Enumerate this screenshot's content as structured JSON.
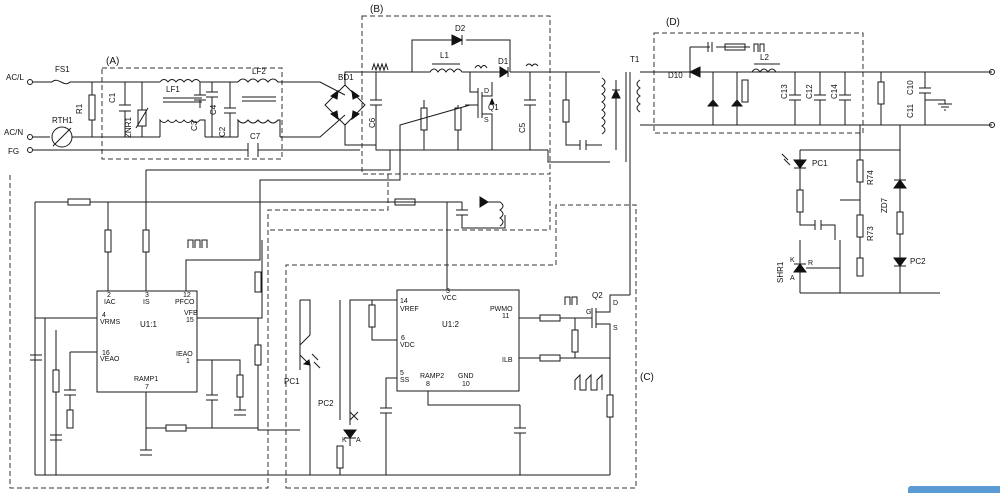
{
  "sections": {
    "a": "(A)",
    "b": "(B)",
    "c": "(C)",
    "d": "(D)"
  },
  "terminals": {
    "acl": "AC/L",
    "acn": "AC/N",
    "fg": "FG"
  },
  "components": {
    "fs1": "FS1",
    "rth1": "RTH1",
    "r1": "R1",
    "c1": "C1",
    "znr1": "ZNR1",
    "lf1": "LF1",
    "c3": "C3",
    "c4": "C4",
    "c2": "C2",
    "lf2": "LF2",
    "c7": "C7",
    "bd1": "BD1",
    "c6": "C6",
    "d2": "D2",
    "l1": "L1",
    "d1": "D1",
    "q1": "Q1",
    "c5": "C5",
    "t1": "T1",
    "d10": "D10",
    "l2": "L2",
    "c13": "C13",
    "c12": "C12",
    "c14": "C14",
    "c10": "C10",
    "c11": "C11",
    "pc1_out": "PC1",
    "r74": "R74",
    "zd7": "ZD7",
    "r73": "R73",
    "shr1": "SHR1",
    "pc2_out": "PC2",
    "q2": "Q2",
    "pc1_in": "PC1",
    "pc2_in": "PC2",
    "u11": "U1:1",
    "u12": "U1:2"
  },
  "u11_pins": {
    "iac_num": "2",
    "iac": "IAC",
    "is_num": "3",
    "is": "IS",
    "pfco_num": "12",
    "pfco": "PFCO",
    "vrms_num": "4",
    "vrms": "VRMS",
    "vfb": "VFB",
    "vfb_num": "15",
    "veao_num": "16",
    "veao": "VEAO",
    "ieao": "IEAO",
    "ieao_num": "1",
    "ramp1": "RAMP1",
    "ramp1_num": "7"
  },
  "u12_pins": {
    "vcc_num": "3",
    "vcc": "VCC",
    "vref_num": "14",
    "vref": "VREF",
    "pwmo": "PWMO",
    "pwmo_num": "11",
    "vdc_num": "6",
    "vdc": "VDC",
    "ilb": "ILB",
    "ss_num": "5",
    "ss": "SS",
    "ramp2": "RAMP2",
    "ramp2_num": "8",
    "gnd": "GND",
    "gnd_num": "10"
  },
  "q2_pins": {
    "g": "G",
    "d": "D",
    "s": "S"
  },
  "q1_pins": {
    "d": "D",
    "s": "S"
  },
  "pc2_pins": {
    "k": "K",
    "a": "A"
  },
  "shr_pins": {
    "k": "K",
    "a": "A",
    "r": "R"
  }
}
